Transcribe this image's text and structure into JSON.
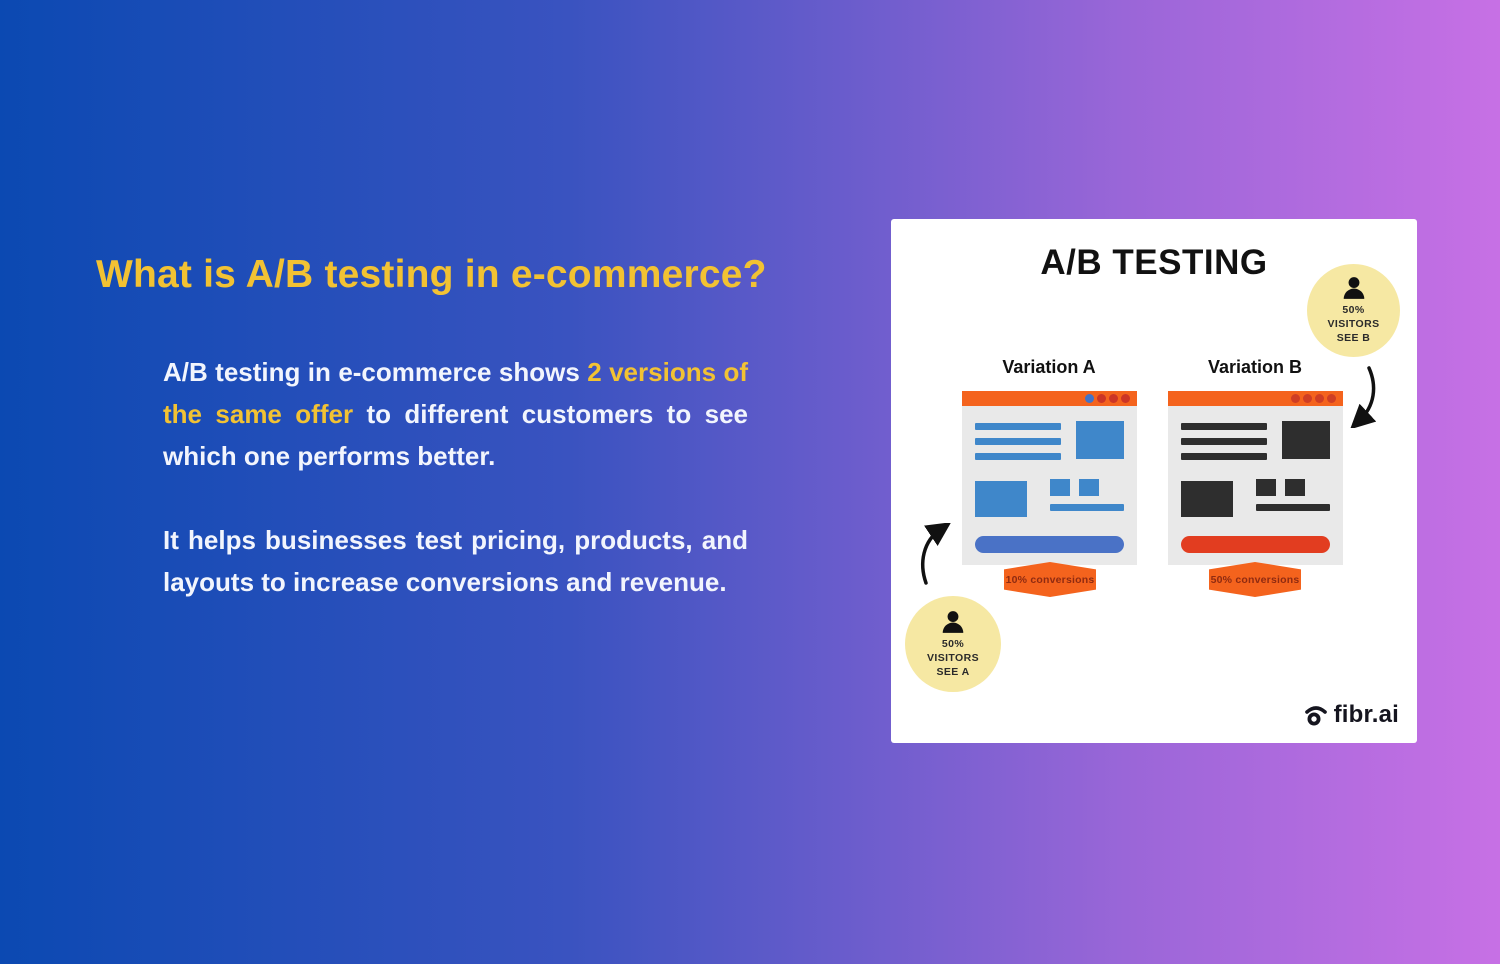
{
  "page": {
    "heading": "What is A/B testing in e-commerce?",
    "paragraph1": {
      "part1": "A/B testing in e-commerce shows ",
      "highlight": "2 versions of the same offer",
      "part2": " to different customers to see which one performs better."
    },
    "paragraph2": "It helps businesses test pricing, products, and layouts to increase conversions and revenue."
  },
  "card": {
    "title": "A/B TESTING",
    "visitor_b": {
      "lines": [
        "50%",
        "VISITORS",
        "SEE B"
      ]
    },
    "visitor_a": {
      "lines": [
        "50%",
        "VISITORS",
        "SEE A"
      ]
    },
    "variation_a": {
      "label": "Variation A",
      "conversion": "10% conversions"
    },
    "variation_b": {
      "label": "Variation B",
      "conversion": "50% conversions"
    },
    "logo_text": "fibr.ai"
  },
  "colors": {
    "background_left": "#0b49b2",
    "background_right": "#c770e5",
    "heading_yellow": "#f2c233",
    "body_text": "#f2f5fd",
    "card_bg": "#ffffff",
    "orange": "#f4631d",
    "ribbon_text": "#8f2b11",
    "visitor_circle": "#f6e8a3",
    "mock_a_blue": "#3f87ca",
    "mock_a_pill_blue": "#4a72c6",
    "mock_b_dark": "#2e2e2e",
    "mock_b_pill_red": "#e23d20",
    "mock_body_gray": "#e9e9e9",
    "title_black": "#111111"
  }
}
